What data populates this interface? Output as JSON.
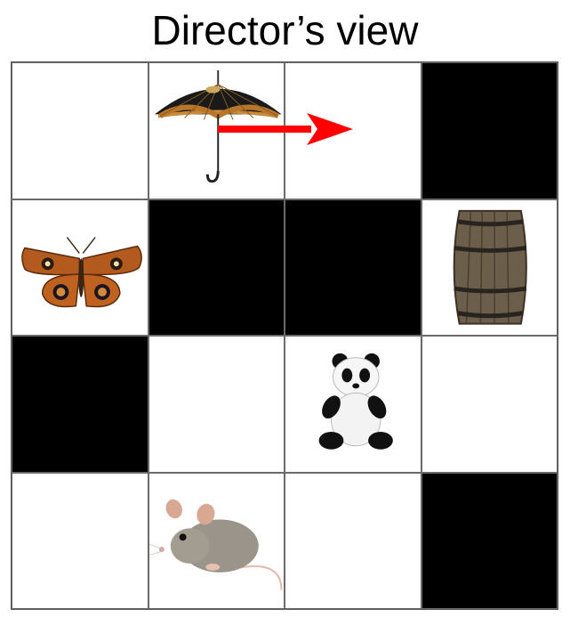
{
  "title": "Director’s view",
  "colors": {
    "occluded": "#000000",
    "open": "#ffffff",
    "arrow": "#ff0000"
  },
  "grid": {
    "rows": 4,
    "cols": 4,
    "cells": [
      [
        "empty",
        "umbrella",
        "empty",
        "black"
      ],
      [
        "butterfly",
        "black",
        "black",
        "barrel"
      ],
      [
        "black",
        "empty",
        "panda",
        "empty"
      ],
      [
        "empty",
        "mouse",
        "empty",
        "black"
      ]
    ]
  },
  "arrow": {
    "from_cell": [
      0,
      1
    ],
    "direction": "right"
  }
}
